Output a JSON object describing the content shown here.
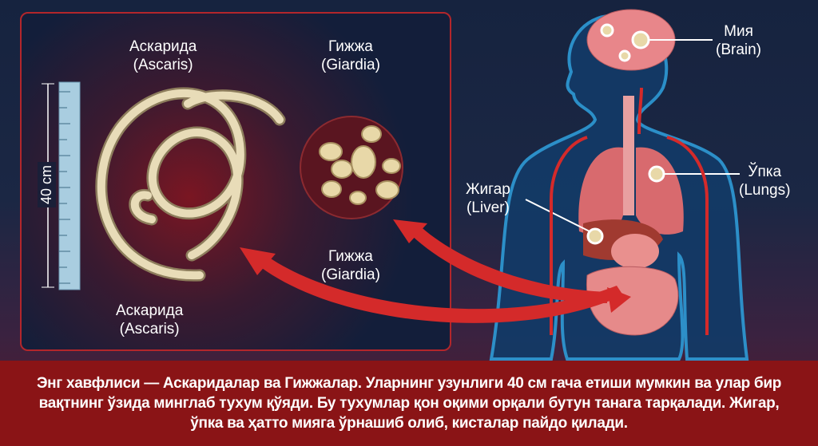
{
  "left_panel": {
    "ascaris_top": {
      "name": "Аскарида",
      "latin": "(Ascaris)"
    },
    "giardia_top": {
      "name": "Гижжа",
      "latin": "(Giardia)"
    },
    "giardia_bottom": {
      "name": "Гижжа",
      "latin": "(Giardia)"
    },
    "ascaris_bottom": {
      "name": "Аскарида",
      "latin": "(Ascaris)"
    },
    "ruler_label": "40 cm"
  },
  "body_labels": {
    "brain": {
      "name": "Мия",
      "latin": "(Brain)"
    },
    "lungs": {
      "name": "Ўпка",
      "latin": "(Lungs)"
    },
    "liver": {
      "name": "Жигар",
      "latin": "(Liver)"
    }
  },
  "banner": {
    "text": "Энг хавфлиси — Аскаридалар ва Гижжалар. Уларнинг узунлиги 40 см гача етиши мумкин ва улар бир вақтнинг ўзида минглаб тухум қўяди. Бу тухумлар қон оқими орқали бутун танага тарқалади. Жигар, ўпка ва ҳатто мияга ўрнашиб олиб, кисталар пайдо қилади."
  },
  "colors": {
    "accent": "#d42a2a",
    "banner": "#8a1416",
    "panel_border": "#b3262b",
    "body": "#1c6fa8"
  }
}
